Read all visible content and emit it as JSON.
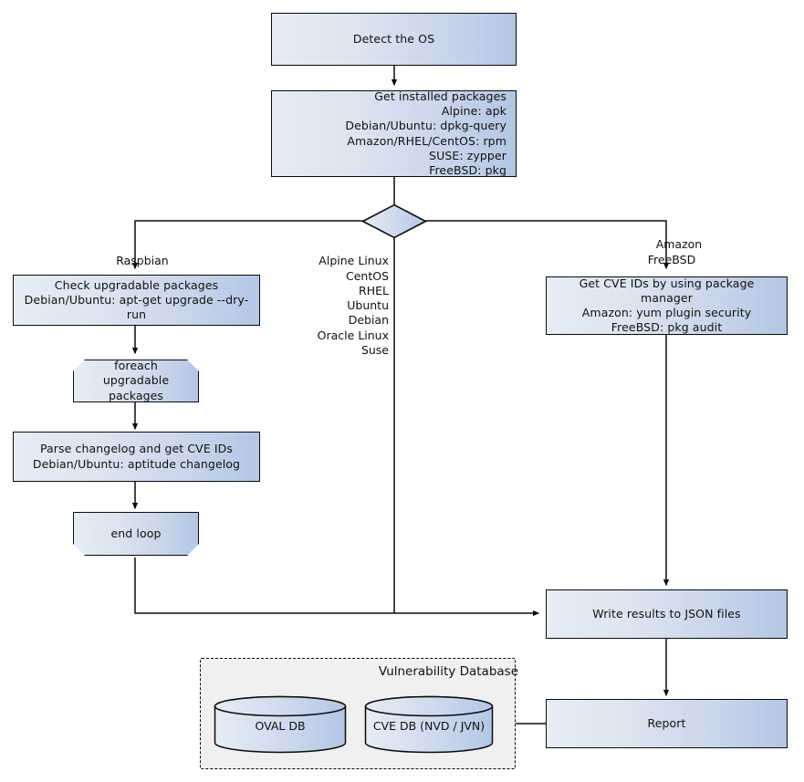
{
  "diagram": {
    "title": "Vulnerability scanning flowchart",
    "colors": {
      "node_fill_left": "#e7ecf5",
      "node_fill_right": "#b3c6e5",
      "node_stroke": "#0b0b0b",
      "group_fill": "#f0f0f0",
      "text": "#111111"
    }
  },
  "nodes": {
    "detect_os": {
      "label": "Detect the OS"
    },
    "get_installed_packages": {
      "lines": [
        "Get installed packages",
        "Alpine: apk",
        "Debian/Ubuntu: dpkg-query",
        "Amazon/RHEL/CentOS: rpm",
        "SUSE: zypper",
        "FreeBSD: pkg"
      ]
    },
    "decision": {
      "label": ""
    },
    "check_upgradable": {
      "lines": [
        "Check upgradable packages",
        "Debian/Ubuntu: apt-get upgrade --dry-run"
      ]
    },
    "foreach_loop": {
      "lines": [
        "foreach",
        "upgradable  packages"
      ]
    },
    "parse_changelog": {
      "lines": [
        "Parse changelog and get  CVE IDs",
        "Debian/Ubuntu: aptitude changelog"
      ]
    },
    "end_loop": {
      "label": "end loop"
    },
    "get_cve_ids": {
      "lines": [
        "Get CVE IDs by using package manager",
        "Amazon: yum plugin security",
        "FreeBSD: pkg audit"
      ]
    },
    "write_results": {
      "label": "Write results to JSON files"
    },
    "report": {
      "label": "Report"
    }
  },
  "edge_labels": {
    "raspbian": "Raspbian",
    "center_os_list": "Alpine Linux\nCentOS\nRHEL\nUbuntu\nDebian\nOracle Linux\nSuse",
    "amazon_freebsd": "Amazon\nFreeBSD"
  },
  "group": {
    "title": "Vulnerability Database",
    "databases": [
      {
        "label": "OVAL DB"
      },
      {
        "label": "CVE DB (NVD / JVN)"
      }
    ]
  }
}
